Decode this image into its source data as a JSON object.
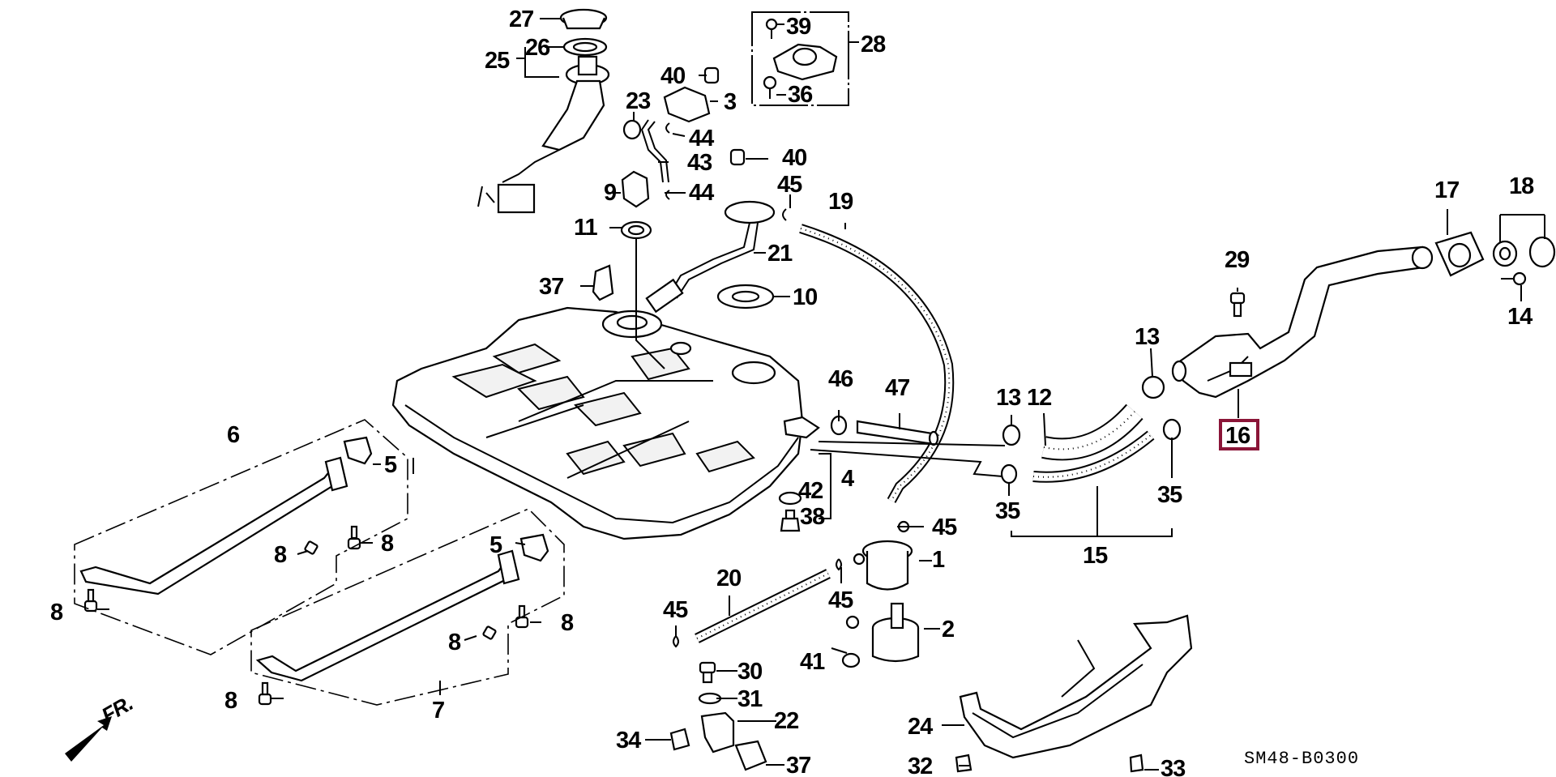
{
  "diagram": {
    "title": "Fuel Tank Parts Diagram",
    "code": "SM48-B0300",
    "front_indicator": "FR.",
    "highlight_color": "#8b1538",
    "highlighted_part": "16",
    "callouts": [
      {
        "id": "c1",
        "label": "1"
      },
      {
        "id": "c2",
        "label": "2"
      },
      {
        "id": "c3",
        "label": "3"
      },
      {
        "id": "c4",
        "label": "4"
      },
      {
        "id": "c5a",
        "label": "5"
      },
      {
        "id": "c5b",
        "label": "5"
      },
      {
        "id": "c6",
        "label": "6"
      },
      {
        "id": "c7",
        "label": "7"
      },
      {
        "id": "c8a",
        "label": "8"
      },
      {
        "id": "c8b",
        "label": "8"
      },
      {
        "id": "c8c",
        "label": "8"
      },
      {
        "id": "c8d",
        "label": "8"
      },
      {
        "id": "c8e",
        "label": "8"
      },
      {
        "id": "c8f",
        "label": "8"
      },
      {
        "id": "c9",
        "label": "9"
      },
      {
        "id": "c10",
        "label": "10"
      },
      {
        "id": "c11",
        "label": "11"
      },
      {
        "id": "c12",
        "label": "12"
      },
      {
        "id": "c13a",
        "label": "13"
      },
      {
        "id": "c13b",
        "label": "13"
      },
      {
        "id": "c14",
        "label": "14"
      },
      {
        "id": "c15",
        "label": "15"
      },
      {
        "id": "c16",
        "label": "16"
      },
      {
        "id": "c17",
        "label": "17"
      },
      {
        "id": "c18",
        "label": "18"
      },
      {
        "id": "c19",
        "label": "19"
      },
      {
        "id": "c20",
        "label": "20"
      },
      {
        "id": "c21",
        "label": "21"
      },
      {
        "id": "c22",
        "label": "22"
      },
      {
        "id": "c23",
        "label": "23"
      },
      {
        "id": "c24",
        "label": "24"
      },
      {
        "id": "c25",
        "label": "25"
      },
      {
        "id": "c26",
        "label": "26"
      },
      {
        "id": "c27",
        "label": "27"
      },
      {
        "id": "c28",
        "label": "28"
      },
      {
        "id": "c29",
        "label": "29"
      },
      {
        "id": "c30",
        "label": "30"
      },
      {
        "id": "c31",
        "label": "31"
      },
      {
        "id": "c32",
        "label": "32"
      },
      {
        "id": "c33",
        "label": "33"
      },
      {
        "id": "c34",
        "label": "34"
      },
      {
        "id": "c35a",
        "label": "35"
      },
      {
        "id": "c35b",
        "label": "35"
      },
      {
        "id": "c36",
        "label": "36"
      },
      {
        "id": "c37a",
        "label": "37"
      },
      {
        "id": "c37b",
        "label": "37"
      },
      {
        "id": "c38",
        "label": "38"
      },
      {
        "id": "c39",
        "label": "39"
      },
      {
        "id": "c40a",
        "label": "40"
      },
      {
        "id": "c40b",
        "label": "40"
      },
      {
        "id": "c41",
        "label": "41"
      },
      {
        "id": "c42",
        "label": "42"
      },
      {
        "id": "c43",
        "label": "43"
      },
      {
        "id": "c44a",
        "label": "44"
      },
      {
        "id": "c44b",
        "label": "44"
      },
      {
        "id": "c45a",
        "label": "45"
      },
      {
        "id": "c45b",
        "label": "45"
      },
      {
        "id": "c45c",
        "label": "45"
      },
      {
        "id": "c45d",
        "label": "45"
      },
      {
        "id": "c46",
        "label": "46"
      },
      {
        "id": "c47",
        "label": "47"
      }
    ]
  }
}
